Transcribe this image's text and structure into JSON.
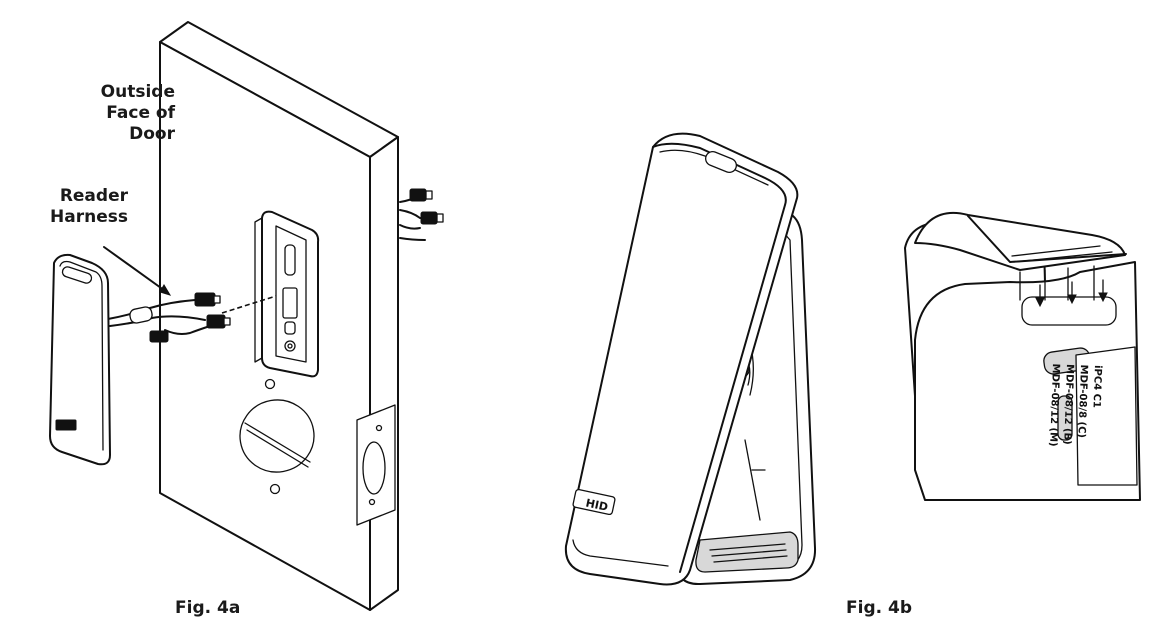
{
  "labels": {
    "outside_face": [
      "Outside",
      "Face of",
      "Door"
    ],
    "reader_harness": [
      "Reader",
      "Harness"
    ],
    "reader_logo": "HID",
    "label_plate": [
      "MDF-08/12 (M)",
      "MDF-08/12 (B)",
      "MDF-08/8 (C)",
      "iPC4 C1"
    ]
  },
  "figures": {
    "fig_a": "Fig. 4a",
    "fig_b": "Fig. 4b"
  }
}
